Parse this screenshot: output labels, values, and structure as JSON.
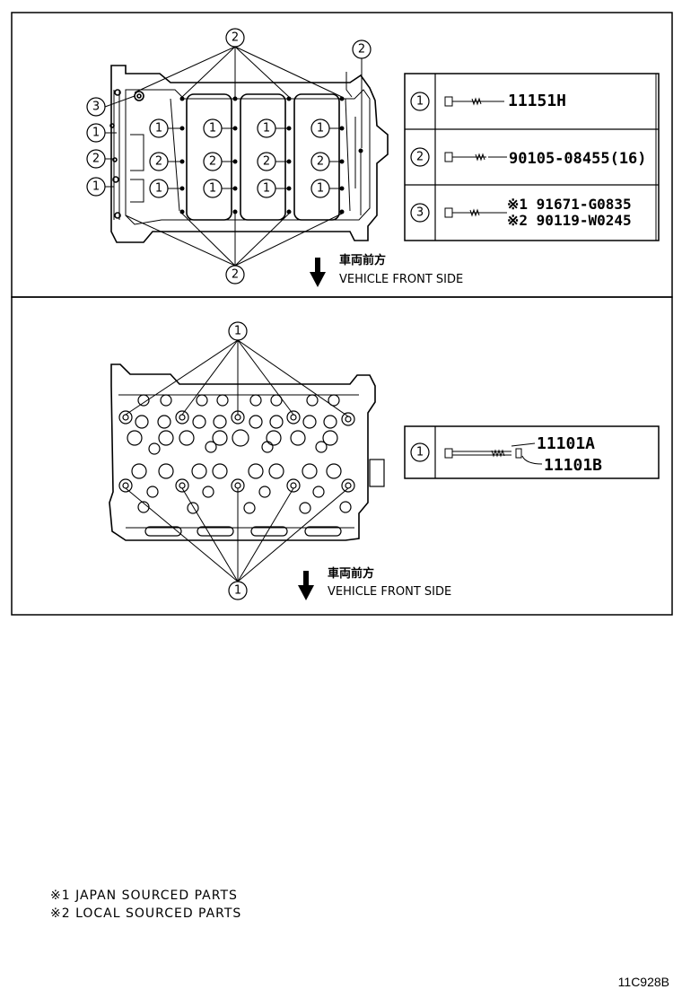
{
  "top": {
    "callout_labels": {
      "one": "1",
      "two": "2",
      "three": "3"
    },
    "direction_ja": "車両前方",
    "direction_en": "VEHICLE FRONT SIDE",
    "table": [
      {
        "ref": "1",
        "parts": [
          "11151H"
        ]
      },
      {
        "ref": "2",
        "parts": [
          "90105-08455(16)"
        ]
      },
      {
        "ref": "3",
        "parts": [
          "※1 91671-G0835",
          "※2 90119-W0245"
        ]
      }
    ]
  },
  "bottom": {
    "callout_label": "1",
    "direction_ja": "車両前方",
    "direction_en": "VEHICLE FRONT SIDE",
    "table": [
      {
        "ref": "1",
        "parts": [
          "11101A",
          "11101B"
        ]
      }
    ]
  },
  "notes": [
    "※1 JAPAN SOURCED PARTS",
    "※2 LOCAL SOURCED PARTS"
  ],
  "drawing_code": "11C928B"
}
